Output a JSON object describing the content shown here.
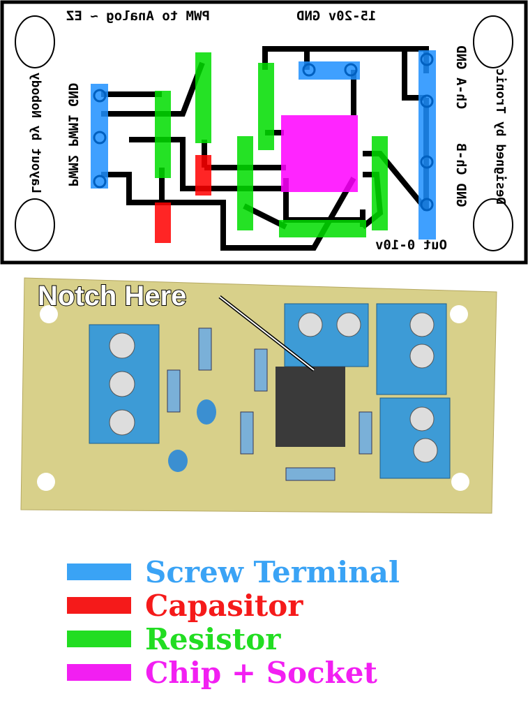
{
  "layout": {
    "title": "PWM to Analog ~ EZ",
    "power_label": "15-20v GND",
    "author_label": "Layout by Nobody",
    "input_label": "PWM2 PWM1 GND",
    "ch_a_label": "Ch-A GND",
    "ch_b_label": "GND Ch-B",
    "designer_label": "Designed by Tronic",
    "output_label": "Out 0-10v"
  },
  "photo": {
    "annotation": "Notch Here"
  },
  "legend": [
    {
      "label": "Screw Terminal",
      "color": "#3aa3f5"
    },
    {
      "label": "Capasitor",
      "color": "#f51a1a"
    },
    {
      "label": "Resistor",
      "color": "#22dd22"
    },
    {
      "label": "Chip + Socket",
      "color": "#f21ff2"
    }
  ]
}
